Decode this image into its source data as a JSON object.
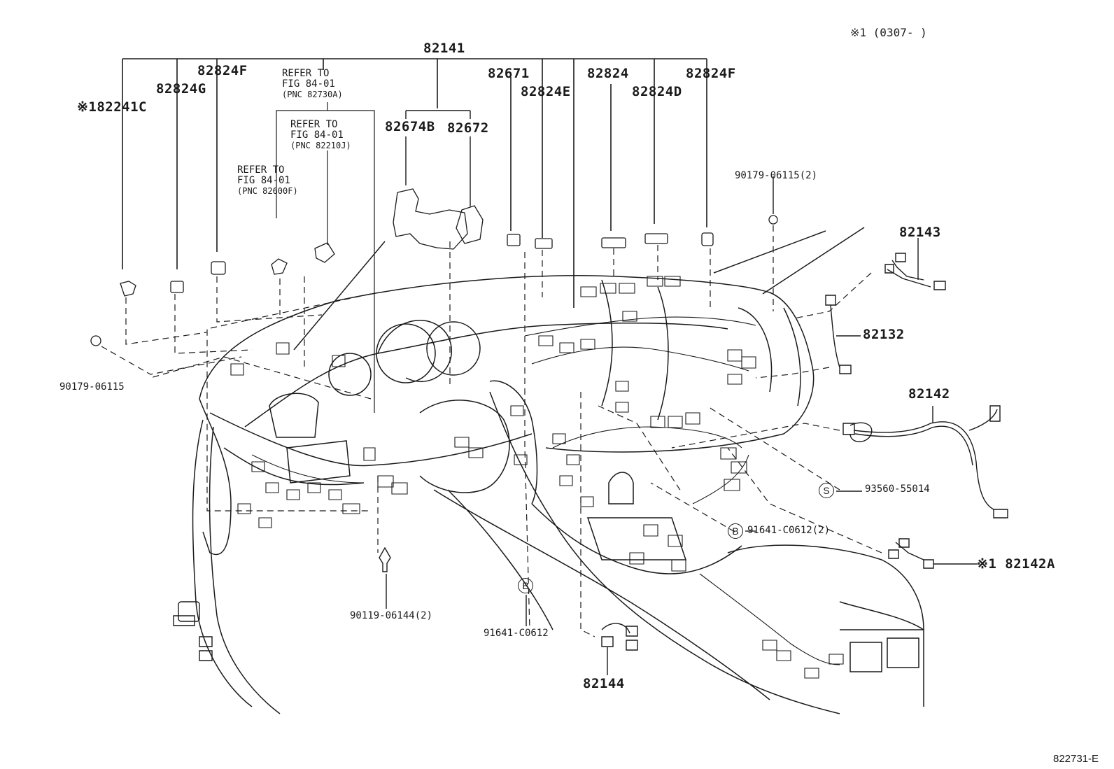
{
  "header_note": "※1 (0307-        )",
  "figure_code": "822731-E",
  "callouts": {
    "p82141": "82141",
    "p82824f_left": "82824F",
    "p82824g": "82824G",
    "p82241c": "※182241C",
    "p82671": "82671",
    "p82824e": "82824E",
    "p82824": "82824",
    "p82824d": "82824D",
    "p82824f_right": "82824F",
    "p82674b": "82674B",
    "p82672": "82672",
    "p90179_2": "90179-06115(2)",
    "p90179": "90179-06115",
    "p82143": "82143",
    "p82132": "82132",
    "p82142": "82142",
    "p93560": "93560-55014",
    "p91641_2": "91641-C0612(2)",
    "p82142a": "※1 82142A",
    "p90119": "90119-06144(2)",
    "p91641": "91641-C0612",
    "p82144": "82144"
  },
  "circle_marks": {
    "s": "S",
    "b1": "B",
    "b2": "B"
  },
  "references": [
    {
      "line1": "REFER TO",
      "line2": "FIG 84-01",
      "line3": "(PNC 82730A)"
    },
    {
      "line1": "REFER TO",
      "line2": "FIG 84-01",
      "line3": "(PNC 82210J)"
    },
    {
      "line1": "REFER TO",
      "line2": "FIG 84-01",
      "line3": "(PNC 82600F)"
    }
  ]
}
